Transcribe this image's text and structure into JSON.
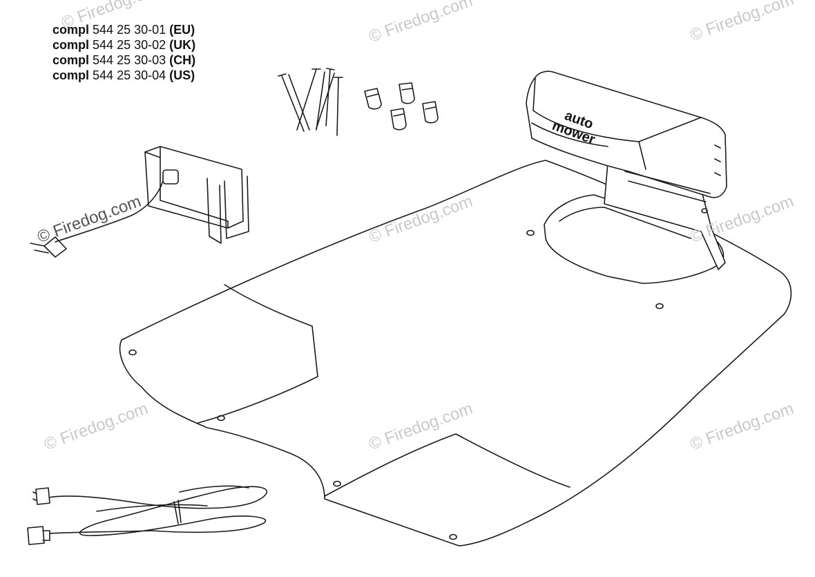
{
  "parts": [
    {
      "prefix": "compl",
      "number": "544 25 30-01",
      "region": "(EU)"
    },
    {
      "prefix": "compl",
      "number": "544 25 30-02",
      "region": "(UK)"
    },
    {
      "prefix": "compl",
      "number": "544 25 30-03",
      "region": "(CH)"
    },
    {
      "prefix": "compl",
      "number": "544 25 30-04",
      "region": "(US)"
    }
  ],
  "brand": {
    "line1": "auto",
    "line2": "mower"
  },
  "watermark": "© Firedog.com",
  "colors": {
    "line": "#1a1a1a",
    "watermark": "#c9c9c9"
  }
}
